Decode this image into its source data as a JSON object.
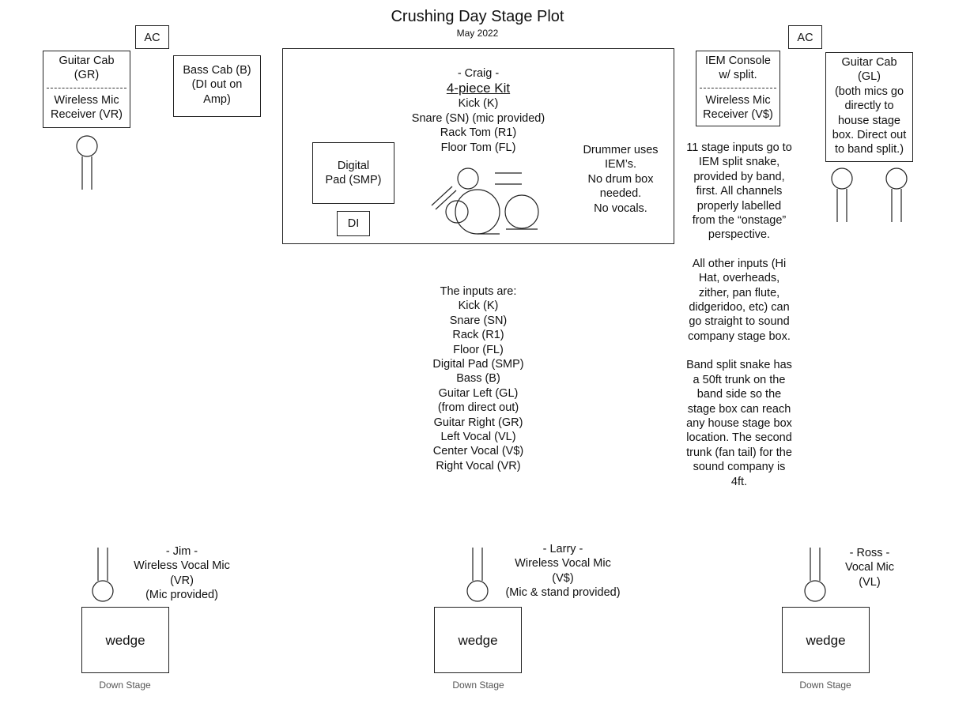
{
  "title": "Crushing Day Stage Plot",
  "subtitle": "May 2022",
  "ac_left": "AC",
  "ac_right": "AC",
  "guitar_cab_left": {
    "line1": "Guitar Cab",
    "line2": "(GR)",
    "line3": "Wireless Mic",
    "line4": "Receiver (VR)"
  },
  "bass_cab": {
    "line1": "Bass Cab (B)",
    "line2": "(DI out on",
    "line3": "Amp)"
  },
  "drum_riser": {
    "drummer": "- Craig -",
    "kit": "4-piece Kit",
    "items": [
      "Kick (K)",
      "Snare (SN) (mic provided)",
      "Rack Tom (R1)",
      "Floor Tom (FL)"
    ],
    "pad_line1": "Digital",
    "pad_line2": "Pad (SMP)",
    "di": "DI",
    "note": [
      "Drummer uses",
      "IEM’s.",
      "No drum box",
      "needed.",
      "No vocals."
    ]
  },
  "iem_console": {
    "line1": "IEM Console",
    "line2": "w/ split.",
    "line3": "Wireless Mic",
    "line4": "Receiver (V$)"
  },
  "guitar_cab_right": {
    "lines": [
      "Guitar Cab",
      "(GL)",
      "(both mics go",
      "directly to",
      "house stage",
      "box.  Direct out",
      "to band split.)"
    ]
  },
  "notes_right": {
    "p1": [
      "11 stage inputs go to",
      "IEM split snake,",
      "provided by band,",
      "first.  All channels",
      "properly labelled",
      "from the “onstage”",
      "perspective."
    ],
    "p2": [
      "All other inputs (Hi",
      "Hat, overheads,",
      "zither, pan flute,",
      "didgeridoo, etc) can",
      "go straight to sound",
      "company stage box."
    ],
    "p3": [
      "Band split snake has",
      "a 50ft trunk on the",
      "band side so the",
      "stage box can reach",
      "any house stage box",
      "location.  The second",
      "trunk (fan tail) for the",
      "sound company is",
      "4ft."
    ]
  },
  "inputs": {
    "heading": "The inputs are:",
    "items": [
      "Kick (K)",
      "Snare (SN)",
      "Rack (R1)",
      "Floor (FL)",
      "Digital Pad (SMP)",
      "Bass (B)",
      "Guitar Left (GL)",
      "(from direct out)",
      "Guitar Right (GR)",
      "Left Vocal (VL)",
      "Center Vocal (V$)",
      "Right Vocal (VR)"
    ]
  },
  "jim": {
    "lines": [
      "- Jim -",
      "Wireless Vocal Mic",
      "(VR)",
      "(Mic provided)"
    ],
    "wedge": "wedge",
    "downstage": "Down Stage"
  },
  "larry": {
    "lines": [
      "- Larry -",
      "Wireless Vocal Mic",
      "(V$)",
      "(Mic & stand provided)"
    ],
    "wedge": "wedge",
    "downstage": "Down Stage"
  },
  "ross": {
    "lines": [
      "- Ross -",
      "Vocal Mic",
      "(VL)"
    ],
    "wedge": "wedge",
    "downstage": "Down Stage"
  }
}
